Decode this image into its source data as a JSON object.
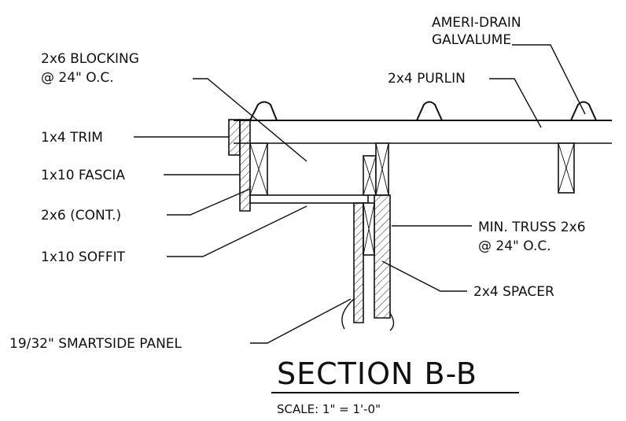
{
  "labels": {
    "ameridrain_1": "AMERI-DRAIN",
    "ameridrain_2": "GALVALUME",
    "purlin": "2x4 PURLIN",
    "blocking_1": "2x6 BLOCKING",
    "blocking_2": "@ 24\" O.C.",
    "trim": "1x4 TRIM",
    "fascia": "1x10 FASCIA",
    "cont": "2x6 (CONT.)",
    "soffit": "1x10 SOFFIT",
    "truss_1": "MIN. TRUSS 2x6",
    "truss_2": "@ 24\" O.C.",
    "spacer": "2x4 SPACER",
    "panel": "19/32\" SMARTSIDE PANEL"
  },
  "title": "SECTION  B-B",
  "scale": "SCALE:  1\" = 1'-0\""
}
